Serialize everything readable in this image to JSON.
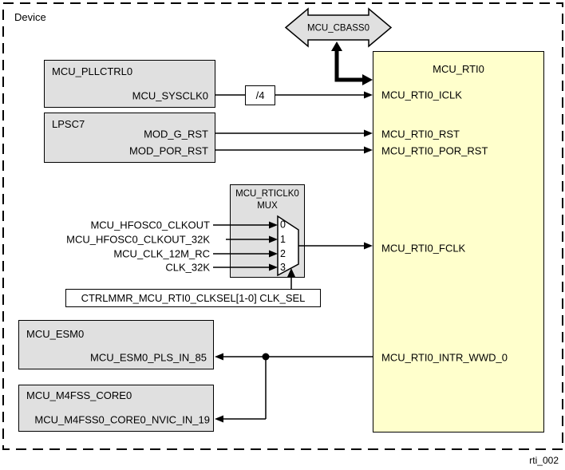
{
  "figure": {
    "device_label": "Device",
    "figure_id": "rti_002"
  },
  "cbass": {
    "label": "MCU_CBASS0"
  },
  "pllctrl": {
    "title": "MCU_PLLCTRL0",
    "port": "MCU_SYSCLK0"
  },
  "divider": {
    "label": "/4"
  },
  "lpsc": {
    "title": "LPSC7",
    "port_g_rst": "MOD_G_RST",
    "port_por_rst": "MOD_POR_RST"
  },
  "mux": {
    "title": "MCU_RTICLK0",
    "subtitle": "MUX",
    "inputs": [
      {
        "index": "0",
        "label": "MCU_HFOSC0_CLKOUT"
      },
      {
        "index": "1",
        "label": "MCU_HFOSC0_CLKOUT_32K"
      },
      {
        "index": "2",
        "label": "MCU_CLK_12M_RC"
      },
      {
        "index": "3",
        "label": "CLK_32K"
      }
    ],
    "select_label": "CTRLMMR_MCU_RTI0_CLKSEL[1-0] CLK_SEL"
  },
  "esm": {
    "title": "MCU_ESM0",
    "port": "MCU_ESM0_PLS_IN_85"
  },
  "m4fss": {
    "title": "MCU_M4FSS_CORE0",
    "port": "MCU_M4FSS0_CORE0_NVIC_IN_19"
  },
  "rti": {
    "title": "MCU_RTI0",
    "ports": [
      "MCU_RTI0_ICLK",
      "MCU_RTI0_RST",
      "MCU_RTI0_POR_RST",
      "MCU_RTI0_FCLK",
      "MCU_RTI0_INTR_WWD_0"
    ]
  },
  "colors": {
    "background": "#ffffff",
    "block_fill": "#e0e0e0",
    "rti_fill": "#ffffcc",
    "line": "#000000"
  }
}
